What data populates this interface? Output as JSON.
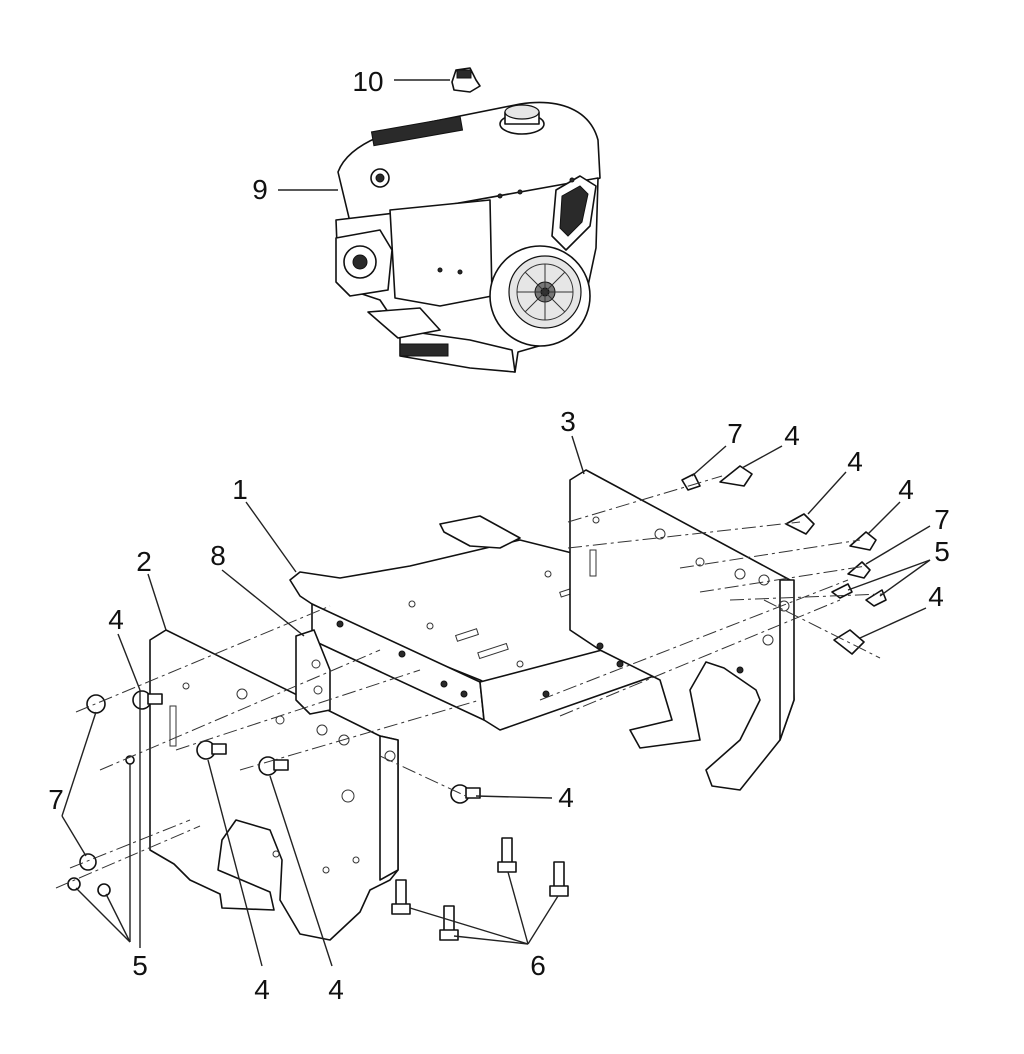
{
  "callouts": [
    {
      "id": "c10",
      "text": "10"
    },
    {
      "id": "c9",
      "text": "9"
    },
    {
      "id": "c3",
      "text": "3"
    },
    {
      "id": "c7a",
      "text": "7"
    },
    {
      "id": "c4a",
      "text": "4"
    },
    {
      "id": "c4b",
      "text": "4"
    },
    {
      "id": "c4c",
      "text": "4"
    },
    {
      "id": "c7b",
      "text": "7"
    },
    {
      "id": "c5a",
      "text": "5"
    },
    {
      "id": "c4d",
      "text": "4"
    },
    {
      "id": "c1",
      "text": "1"
    },
    {
      "id": "c2",
      "text": "2"
    },
    {
      "id": "c8",
      "text": "8"
    },
    {
      "id": "c4e",
      "text": "4"
    },
    {
      "id": "c7c",
      "text": "7"
    },
    {
      "id": "c4f",
      "text": "4"
    },
    {
      "id": "c5b",
      "text": "5"
    },
    {
      "id": "c4g",
      "text": "4"
    },
    {
      "id": "c4h",
      "text": "4"
    },
    {
      "id": "c6",
      "text": "6"
    }
  ],
  "colors": {
    "ink": "#111111",
    "background": "#ffffff"
  }
}
